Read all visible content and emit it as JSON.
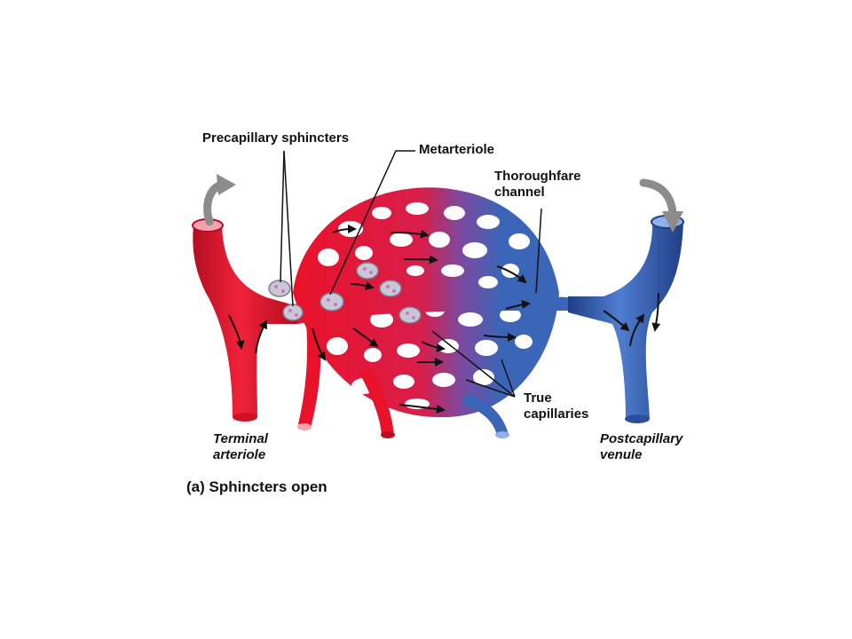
{
  "labels": {
    "precapillary_sphincters": "Precapillary sphincters",
    "metarteriole": "Metarteriole",
    "thoroughfare_channel_l1": "Thoroughfare",
    "thoroughfare_channel_l2": "channel",
    "true_capillaries_l1": "True",
    "true_capillaries_l2": "capillaries",
    "terminal_arteriole_l1": "Terminal",
    "terminal_arteriole_l2": "arteriole",
    "postcapillary_venule_l1": "Postcapillary",
    "postcapillary_venule_l2": "venule"
  },
  "caption": "(a) Sphincters open",
  "colors": {
    "arterial": "#e8132b",
    "arterial_dark": "#b40d1f",
    "venous": "#3b66b8",
    "venous_dark": "#1f3f85",
    "sphincter": "#c9c6d6",
    "arrow_gray": "#8c8c8c"
  },
  "icons": {
    "inflow": "curved-arrow-icon",
    "outflow": "curved-arrow-icon",
    "sphincter": "sphincter-ring-icon"
  }
}
